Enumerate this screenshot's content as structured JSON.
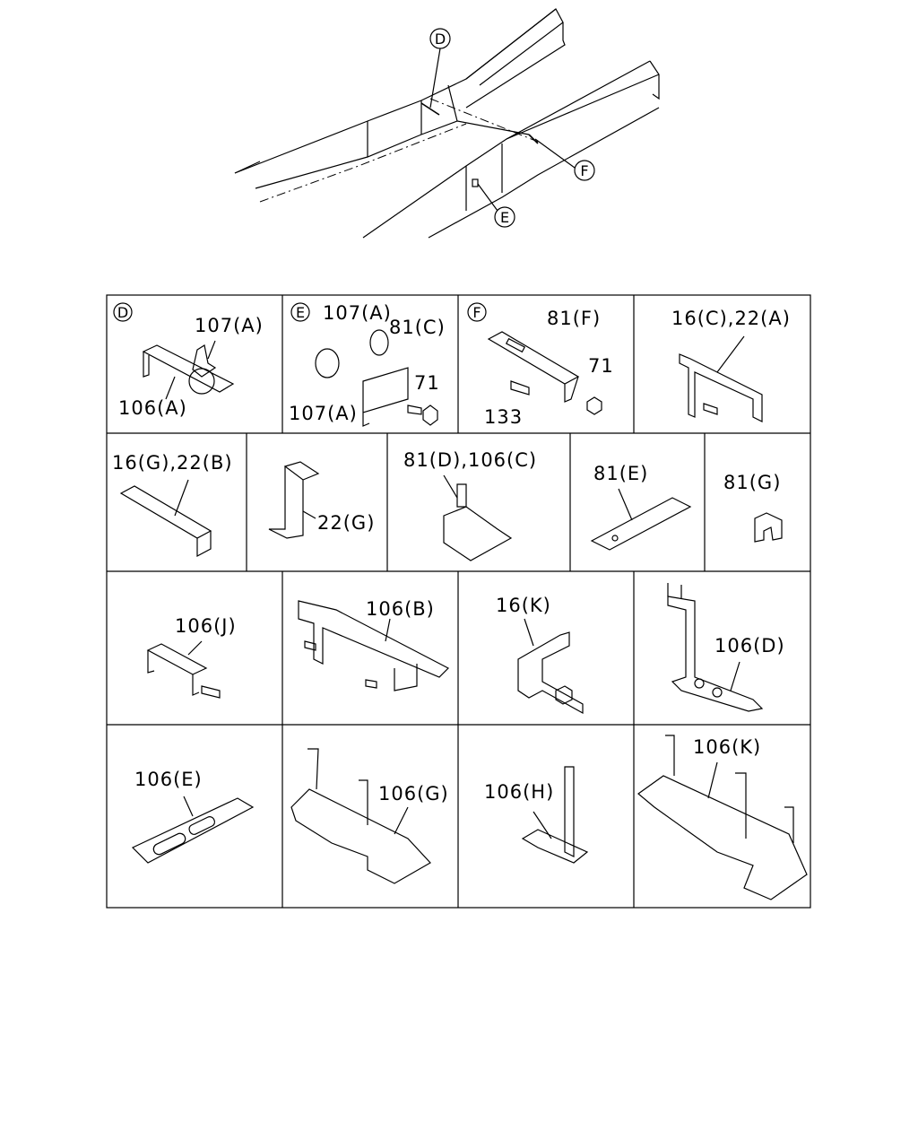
{
  "overview": {
    "callouts": [
      {
        "id": "D",
        "letter": "D"
      },
      {
        "id": "E",
        "letter": "E"
      },
      {
        "id": "F",
        "letter": "F"
      }
    ]
  },
  "cells": [
    {
      "key": "D-detail",
      "view": "D",
      "labels": [
        "107(A)",
        "106(A)"
      ]
    },
    {
      "key": "E-detail",
      "view": "E",
      "labels": [
        "107(A)",
        "81(C)",
        "71",
        "107(A)"
      ]
    },
    {
      "key": "F-detail",
      "view": "F",
      "labels": [
        "81(F)",
        "71",
        "133"
      ]
    },
    {
      "key": "c-16c-22a",
      "labels": [
        "16(C),22(A)"
      ]
    },
    {
      "key": "c-16g-22b",
      "labels": [
        "16(G),22(B)"
      ]
    },
    {
      "key": "c-22g",
      "labels": [
        "22(G)"
      ]
    },
    {
      "key": "c-81d-106c",
      "labels": [
        "81(D),106(C)"
      ]
    },
    {
      "key": "c-81e",
      "labels": [
        "81(E)"
      ]
    },
    {
      "key": "c-81g",
      "labels": [
        "81(G)"
      ]
    },
    {
      "key": "c-106j",
      "labels": [
        "106(J)"
      ]
    },
    {
      "key": "c-106b",
      "labels": [
        "106(B)"
      ]
    },
    {
      "key": "c-16k",
      "labels": [
        "16(K)"
      ]
    },
    {
      "key": "c-106d",
      "labels": [
        "106(D)"
      ]
    },
    {
      "key": "c-106e",
      "labels": [
        "106(E)"
      ]
    },
    {
      "key": "c-106g",
      "labels": [
        "106(G)"
      ]
    },
    {
      "key": "c-106h",
      "labels": [
        "106(H)"
      ]
    },
    {
      "key": "c-106k",
      "labels": [
        "106(K)"
      ]
    }
  ]
}
